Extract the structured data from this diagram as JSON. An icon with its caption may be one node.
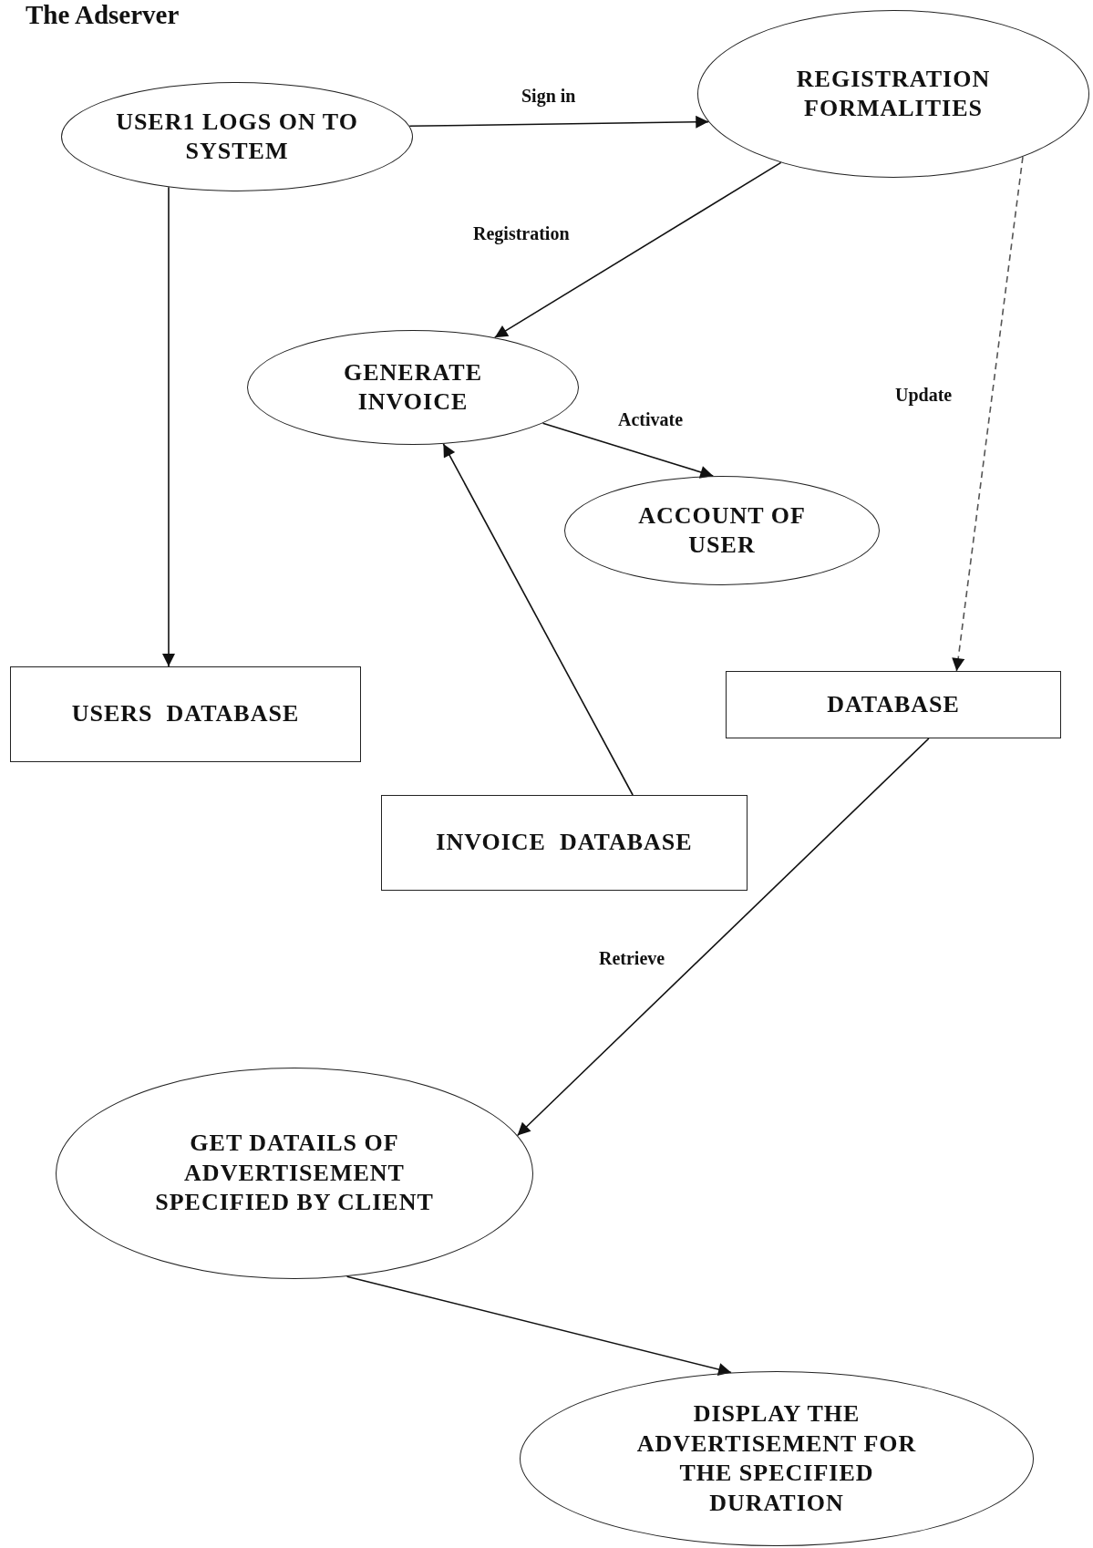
{
  "diagram": {
    "title": "The Adserver",
    "nodes": [
      {
        "text": [
          "USER1 LOGS ON TO SYSTEM"
        ]
      },
      {
        "text": [
          "REGISTRATION FORMALITIES"
        ]
      },
      {
        "text": [
          "GENERATE INVOICE"
        ]
      },
      {
        "text": [
          "ACCOUNT OF USER"
        ]
      },
      {
        "text": [
          "USERS  DATABASE"
        ]
      },
      {
        "text": [
          "DATABASE"
        ]
      },
      {
        "text": [
          "INVOICE  DATABASE"
        ]
      },
      {
        "text": [
          "GET DATAILS OF ADVERTISEMENT SPECIFIED BY CLIENT"
        ]
      },
      {
        "text": [
          "DISPLAY THE ADVERTISEMENT FOR THE SPECIFIED DURATION"
        ]
      }
    ],
    "edges": [
      {
        "from": 0,
        "to": 1,
        "arrow": "to",
        "label": "Sign in"
      },
      {
        "from": 1,
        "to": 2,
        "arrow": "to",
        "label": "Registration"
      },
      {
        "from": 1,
        "to": 5,
        "arrow": "to",
        "label": "Update",
        "style": "dashed"
      },
      {
        "from": 2,
        "to": 3,
        "arrow": "to",
        "label": "Activate"
      },
      {
        "from": 0,
        "to": 4,
        "arrow": "to"
      },
      {
        "from": 6,
        "to": 2,
        "arrow": "to"
      },
      {
        "from": 5,
        "to": 7,
        "arrow": "to",
        "label": "Retrieve"
      },
      {
        "from": 7,
        "to": 8,
        "arrow": "to"
      }
    ]
  }
}
